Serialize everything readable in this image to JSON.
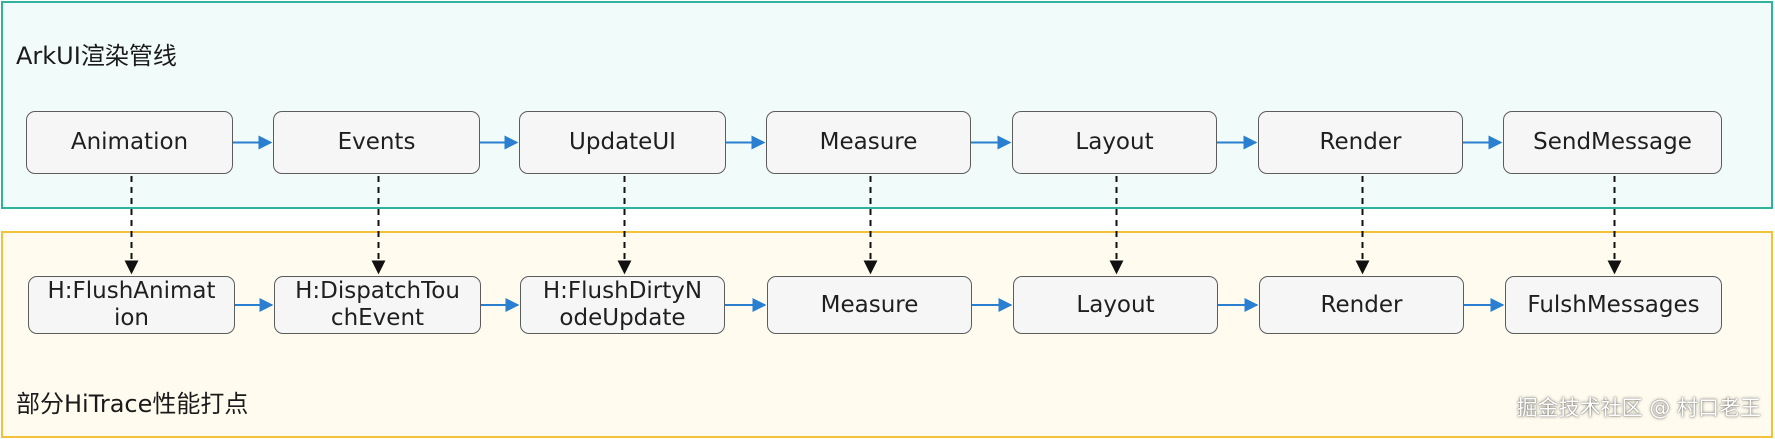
{
  "groups": {
    "top": {
      "title": "ArkUI渲染管线"
    },
    "bottom": {
      "title": "部分HiTrace性能打点"
    }
  },
  "pipeline": [
    {
      "id": "animation",
      "label": "Animation"
    },
    {
      "id": "events",
      "label": "Events"
    },
    {
      "id": "updateui",
      "label": "UpdateUI"
    },
    {
      "id": "measure",
      "label": "Measure"
    },
    {
      "id": "layout",
      "label": "Layout"
    },
    {
      "id": "render",
      "label": "Render"
    },
    {
      "id": "sendmessage",
      "label": "SendMessage"
    }
  ],
  "trace_points": [
    {
      "id": "flushanimation",
      "label_lines": [
        "H:FlushAnimat",
        "ion"
      ]
    },
    {
      "id": "dispatchtouchevent",
      "label_lines": [
        "H:DispatchTou",
        "chEvent"
      ]
    },
    {
      "id": "flushdirtynodeupdate",
      "label_lines": [
        "H:FlushDirtyN",
        "odeUpdate"
      ]
    },
    {
      "id": "trace-measure",
      "label_lines": [
        "Measure"
      ]
    },
    {
      "id": "trace-layout",
      "label_lines": [
        "Layout"
      ]
    },
    {
      "id": "trace-render",
      "label_lines": [
        "Render"
      ]
    },
    {
      "id": "flushmessages",
      "label_lines": [
        "FulshMessages"
      ]
    }
  ],
  "colors": {
    "flow_arrow": "#2b7fd0",
    "mapping_arrow": "#111111",
    "top_border": "#2fb39c",
    "bottom_border": "#f2c33a"
  },
  "watermark": "掘金技术社区 @ 村口老王"
}
